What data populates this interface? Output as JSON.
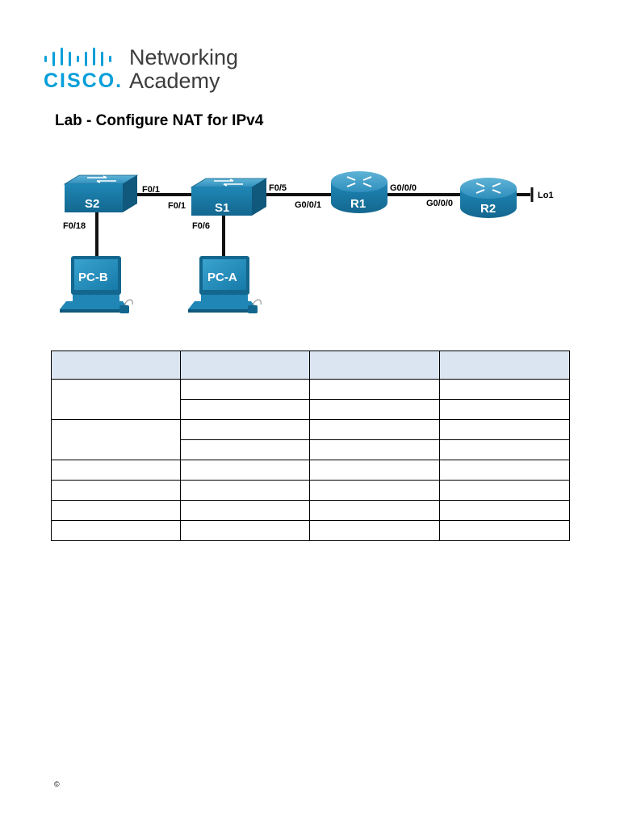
{
  "header": {
    "logo_wordmark": "CISCO.",
    "logo_line1": "Networking",
    "logo_line2": "Academy",
    "brand_color": "#049fd9"
  },
  "title": "Lab - Configure NAT for IPv4",
  "topology": {
    "devices": {
      "s2": "S2",
      "s1": "S1",
      "r1": "R1",
      "r2": "R2",
      "pcb": "PC-B",
      "pca": "PC-A",
      "lo1": "Lo1"
    },
    "ports": {
      "s2_f01": "F0/1",
      "s1_f01": "F0/1",
      "s1_f05": "F0/5",
      "r1_g001": "G0/0/1",
      "r1_g000": "G0/0/0",
      "r2_g000": "G0/0/0",
      "s2_f018": "F0/18",
      "s1_f06": "F0/6"
    },
    "device_color": "#1b7fa8"
  },
  "addressing_table": {
    "header_color": "#dbe5f1",
    "columns": [
      "",
      "",
      "",
      ""
    ],
    "rows": [
      [
        "",
        "",
        "",
        ""
      ],
      [
        "",
        "",
        ""
      ],
      [
        "",
        "",
        "",
        ""
      ],
      [
        "",
        "",
        ""
      ],
      [
        "",
        "",
        "",
        ""
      ],
      [
        "",
        "",
        "",
        ""
      ],
      [
        "",
        "",
        "",
        ""
      ],
      [
        "",
        "",
        "",
        ""
      ]
    ]
  },
  "footer": {
    "copyright": "©"
  }
}
